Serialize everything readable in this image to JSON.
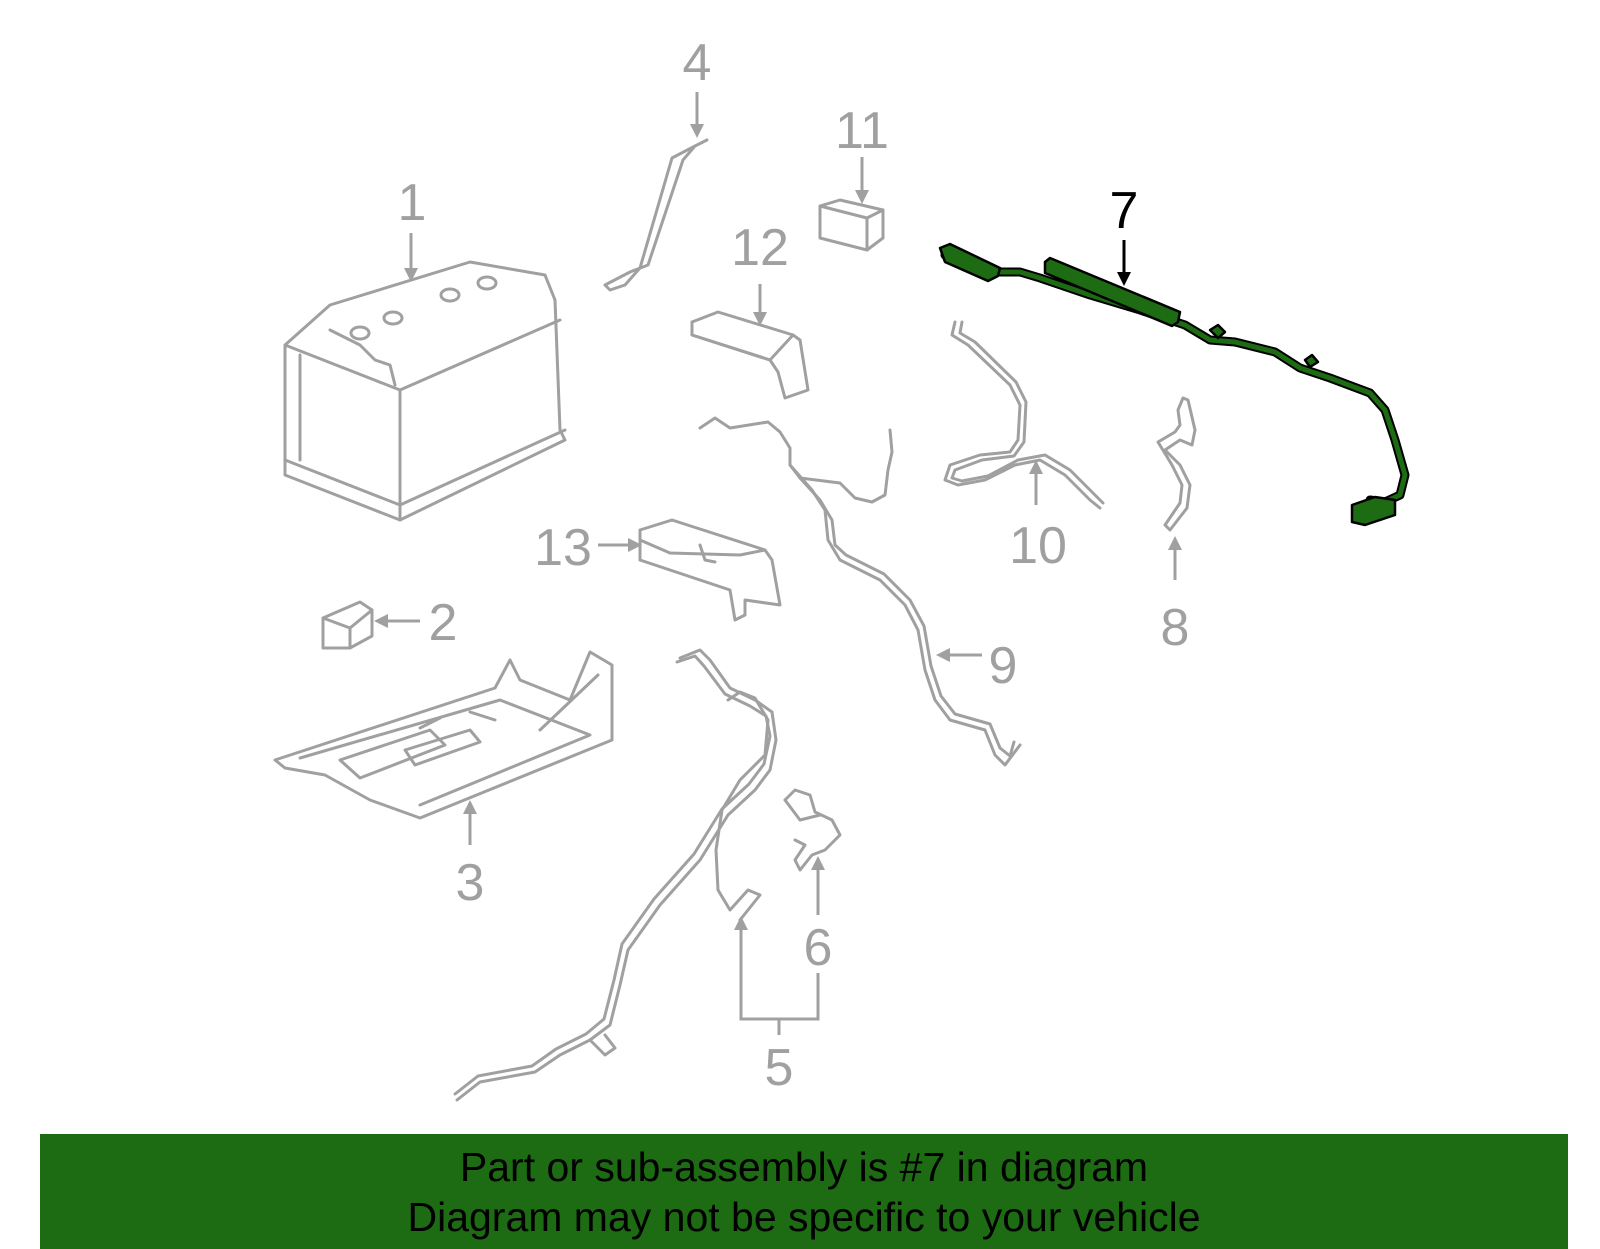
{
  "diagram": {
    "callouts": {
      "c1": "1",
      "c2": "2",
      "c3": "3",
      "c4": "4",
      "c5": "5",
      "c6": "6",
      "c7": "7",
      "c8": "8",
      "c9": "9",
      "c10": "10",
      "c11": "11",
      "c12": "12",
      "c13": "13"
    },
    "highlighted_part": "7",
    "highlight_color": "#1d6b12",
    "part_line_color": "#a0a0a0"
  },
  "banner": {
    "line1": "Part or sub-assembly is #7 in diagram",
    "line2": "Diagram may not be specific to your vehicle",
    "background": "#1d6b12"
  }
}
